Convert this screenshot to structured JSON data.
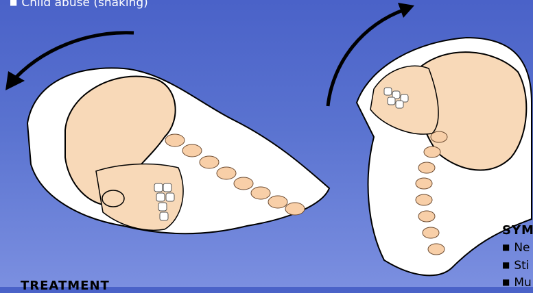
{
  "top_caption": "Child abuse (shaking)",
  "symptoms": {
    "heading": "SYM",
    "items": [
      "Ne",
      "Sti",
      "Mu"
    ]
  },
  "treatment": {
    "heading": "TREATMENT"
  },
  "illustrations": {
    "left": "head-flexion-illustration",
    "right": "head-extension-illustration"
  }
}
